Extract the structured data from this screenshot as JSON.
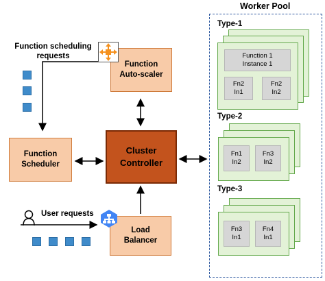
{
  "function_scheduling_requests": "Function scheduling\nrequests",
  "autoscaler": "Function\nAuto-scaler",
  "scheduler": "Function\nScheduler",
  "controller": "Cluster\nController",
  "load_balancer": "Load\nBalancer",
  "user_requests": "User requests",
  "worker_pool": {
    "title": "Worker Pool",
    "types": [
      {
        "label": "Type-1",
        "fn_wide": "Function 1\nInstance 1",
        "fns": [
          "Fn2\nIn1",
          "Fn2\nIn2"
        ]
      },
      {
        "label": "Type-2",
        "fns": [
          "Fn1\nIn2",
          "Fn3\nIn2"
        ]
      },
      {
        "label": "Type-3",
        "fns": [
          "Fn3\nIn1",
          "Fn4\nIn1"
        ]
      }
    ]
  },
  "colors": {
    "component_fill": "#f8cba8",
    "controller_fill": "#c3531d",
    "worker_fill": "#e3f2d7",
    "request_square": "#3f8bca",
    "pool_border": "#2f5aa1"
  }
}
